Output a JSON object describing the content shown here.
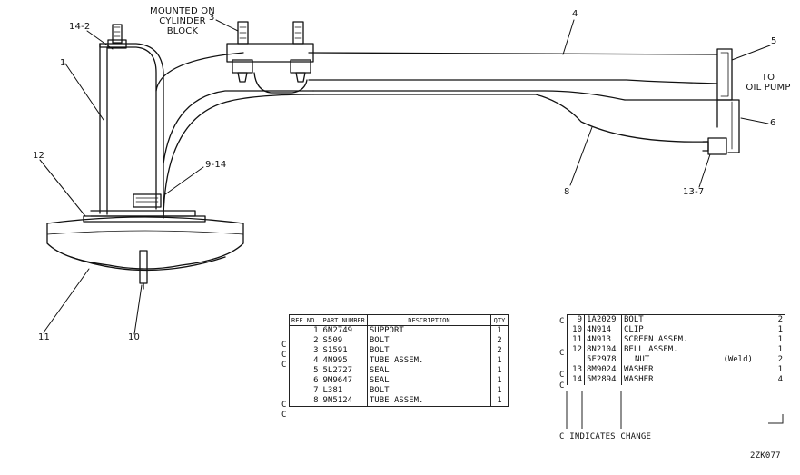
{
  "drawing": {
    "note_mounted": [
      "MOUNTED ON",
      "CYLINDER",
      "BLOCK"
    ],
    "note_pump": [
      "TO",
      "OIL PUMP"
    ],
    "callouts": {
      "c1": "1",
      "c3": "3",
      "c4": "4",
      "c5": "5",
      "c6": "6",
      "c8": "8",
      "c10": "10",
      "c11": "11",
      "c12": "12",
      "c13_7": "13-7",
      "c14_2": "14-2",
      "c9_14": "9-14"
    },
    "drawing_number": "2ZK077"
  },
  "table_left": {
    "headers": {
      "ref": "REF NO.",
      "part": "PART NUMBER",
      "desc": "DESCRIPTION",
      "qty": "QTY"
    },
    "rows": [
      {
        "flag": "C",
        "ref": "1",
        "part": "6N2749",
        "desc": "SUPPORT",
        "qty": "1"
      },
      {
        "flag": "C",
        "ref": "2",
        "part": "S509",
        "desc": "BOLT",
        "qty": "2"
      },
      {
        "flag": "C",
        "ref": "3",
        "part": "S1591",
        "desc": "BOLT",
        "qty": "2"
      },
      {
        "flag": "",
        "ref": "4",
        "part": "4N995",
        "desc": "TUBE ASSEM.",
        "qty": "1"
      },
      {
        "flag": "",
        "ref": "5",
        "part": "5L2727",
        "desc": "SEAL",
        "qty": "1"
      },
      {
        "flag": "",
        "ref": "6",
        "part": "9M9647",
        "desc": "SEAL",
        "qty": "1"
      },
      {
        "flag": "C",
        "ref": "7",
        "part": "L381",
        "desc": "BOLT",
        "qty": "1"
      },
      {
        "flag": "C",
        "ref": "8",
        "part": "9N5124",
        "desc": "TUBE ASSEM.",
        "qty": "1"
      }
    ]
  },
  "table_right": {
    "rows": [
      {
        "flag": "C",
        "ref": "9",
        "part": "1A2029",
        "desc": "BOLT",
        "extra": "",
        "qty": "2"
      },
      {
        "flag": "",
        "ref": "10",
        "part": "4N914",
        "desc": "CLIP",
        "extra": "",
        "qty": "1"
      },
      {
        "flag": "",
        "ref": "11",
        "part": "4N913",
        "desc": "SCREEN ASSEM.",
        "extra": "",
        "qty": "1"
      },
      {
        "flag": "C",
        "ref": "12",
        "part": "8N2104",
        "desc": "BELL ASSEM.",
        "extra": "",
        "qty": "1"
      },
      {
        "flag": "",
        "ref": "",
        "part": "5F2978",
        "desc": "NUT",
        "extra": "(Weld)",
        "qty": "2"
      },
      {
        "flag": "C",
        "ref": "13",
        "part": "8M9024",
        "desc": "WASHER",
        "extra": "",
        "qty": "1"
      },
      {
        "flag": "C",
        "ref": "14",
        "part": "5M2894",
        "desc": "WASHER",
        "extra": "",
        "qty": "4"
      }
    ],
    "footnote": "C  INDICATES CHANGE"
  }
}
